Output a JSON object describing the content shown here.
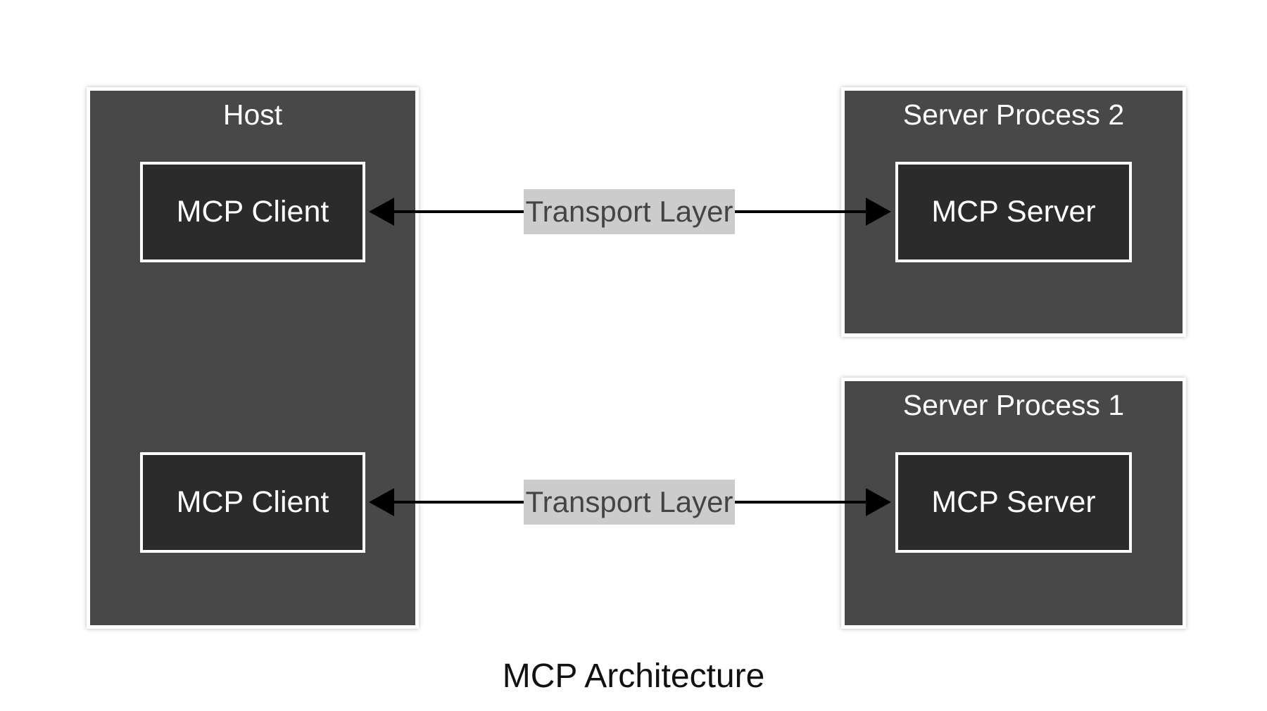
{
  "diagram": {
    "caption": "MCP Architecture",
    "containers": {
      "host": {
        "title": "Host"
      },
      "server_process_2": {
        "title": "Server Process 2"
      },
      "server_process_1": {
        "title": "Server Process 1"
      }
    },
    "nodes": {
      "client_top": {
        "label": "MCP Client"
      },
      "client_bottom": {
        "label": "MCP Client"
      },
      "server_top": {
        "label": "MCP Server"
      },
      "server_bottom": {
        "label": "MCP Server"
      }
    },
    "edges": [
      {
        "from": "client_top",
        "to": "server_top",
        "label": "Transport Layer",
        "direction": "bidirectional"
      },
      {
        "from": "client_bottom",
        "to": "server_bottom",
        "label": "Transport Layer",
        "direction": "bidirectional"
      }
    ],
    "colors": {
      "container_fill": "#484848",
      "node_fill": "#2b2b2b",
      "border": "#ffffff",
      "label_fill": "#cccccc",
      "connector": "#000000"
    }
  }
}
